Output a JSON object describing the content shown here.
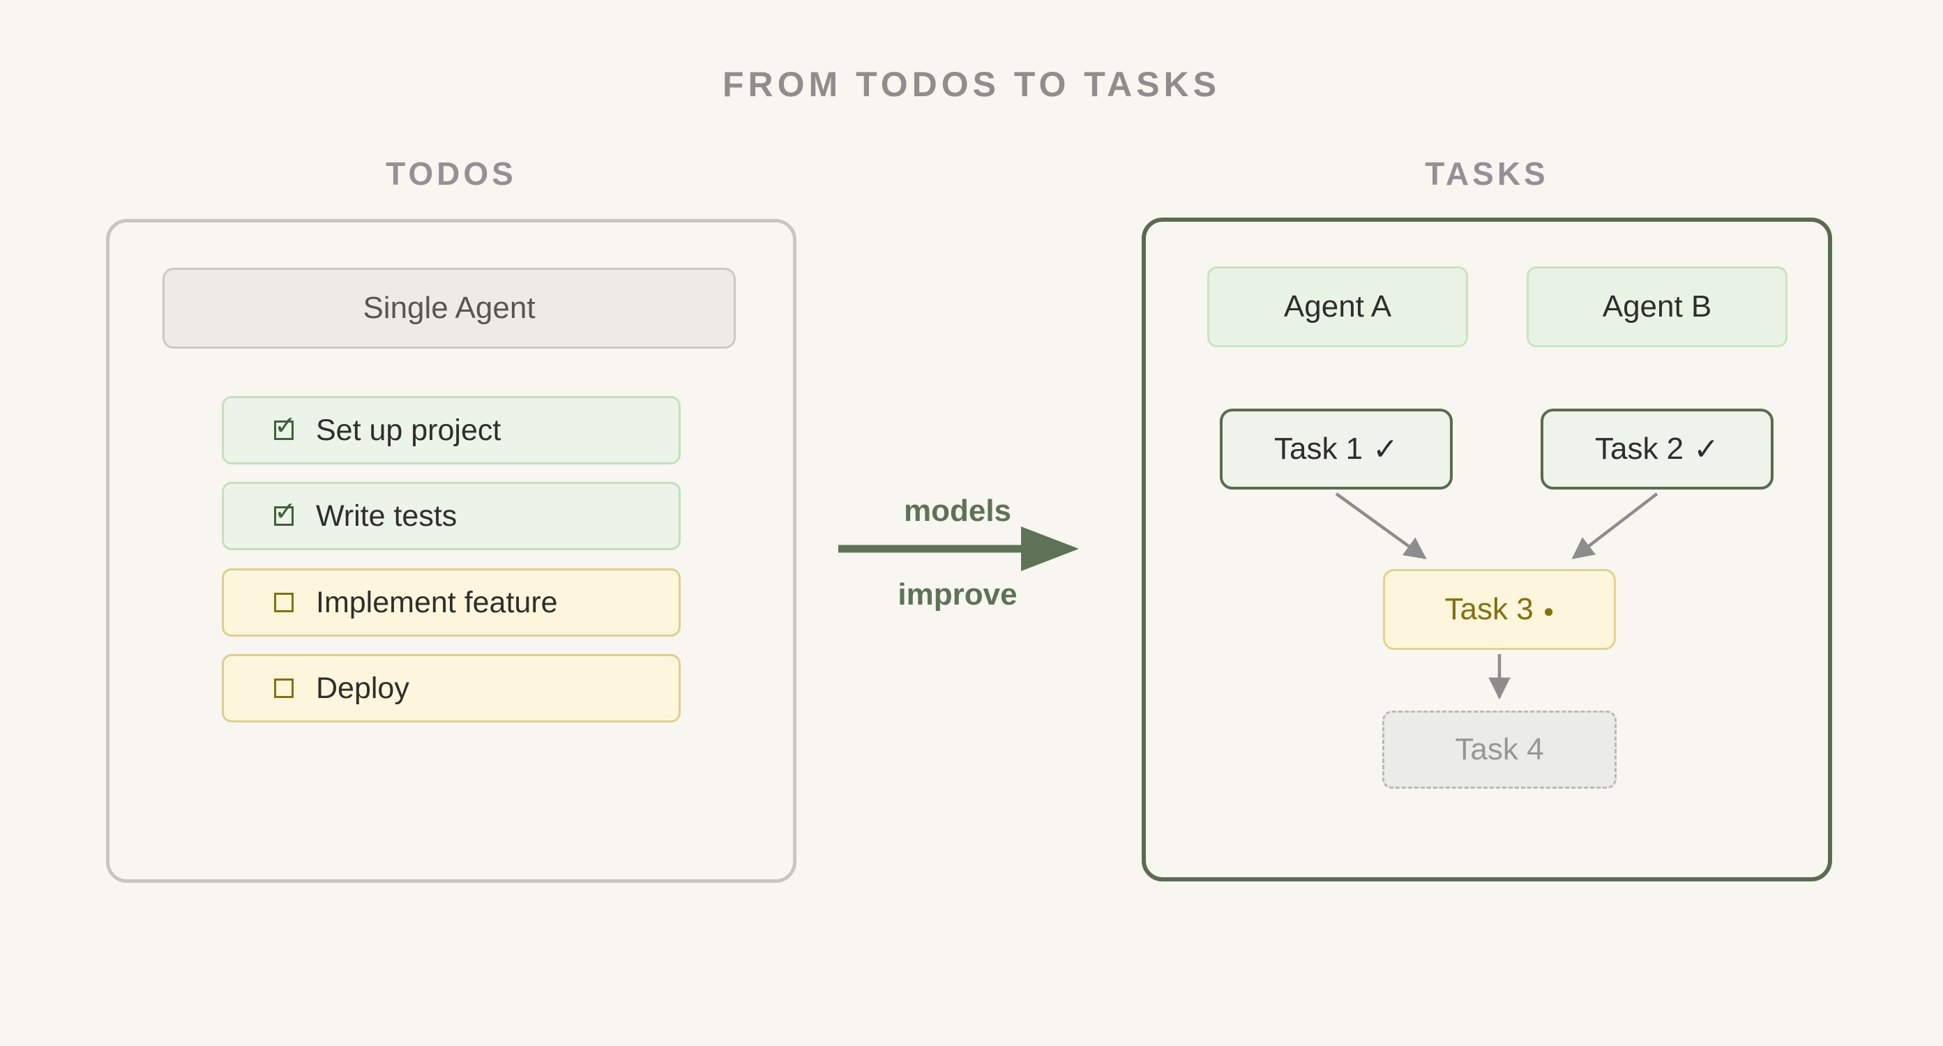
{
  "title": "FROM TODOS TO TASKS",
  "glyphs": {
    "check": "✓",
    "checkbox_checked": "checked-box-icon",
    "checkbox_empty": "empty-box-icon"
  },
  "colors": {
    "page_bg": "#f8f6f0",
    "title_gray": "#8f8e8c",
    "heading_gray": "#929196",
    "panel_gray_border": "#c7c6c1",
    "green_dark": "#5a6b51",
    "green_arrow": "#5e7257",
    "neutral_box_bg": "#edebe5",
    "neutral_box_border": "#cbc9c4",
    "neutral_text": "#57564f",
    "ink": "#2e2e2c",
    "green_item_bg": "#ecf3e8",
    "green_item_border": "#c5dfc0",
    "yellow_item_bg": "#fdf6dc",
    "yellow_item_border": "#ddcf90",
    "check_green": "#41603d",
    "check_olive": "#84700f",
    "green_agent_bg": "#e9f3e5",
    "green_agent_border": "#c8e3c2",
    "task_done_bg": "#eef3ec",
    "task_active_border": "#e3d28c",
    "future_bg": "#ebebe7",
    "future_border": "#b9b9b5",
    "future_text": "#979794",
    "connector_gray": "#8d8d8d"
  },
  "todos": {
    "heading": "TODOS",
    "agent_label": "Single Agent",
    "items": [
      {
        "label": "Set up project",
        "checked": true
      },
      {
        "label": "Write tests",
        "checked": true
      },
      {
        "label": "Implement feature",
        "checked": false
      },
      {
        "label": "Deploy",
        "checked": false
      }
    ]
  },
  "transition": {
    "top_label": "models",
    "bottom_label": "improve"
  },
  "tasks": {
    "heading": "TASKS",
    "agents": [
      {
        "label": "Agent A"
      },
      {
        "label": "Agent B"
      }
    ],
    "nodes": [
      {
        "label": "Task 1",
        "marker": "✓",
        "state": "done"
      },
      {
        "label": "Task 2",
        "marker": "✓",
        "state": "done"
      },
      {
        "label": "Task 3",
        "marker": "●",
        "state": "active"
      },
      {
        "label": "Task 4",
        "marker": "",
        "state": "future"
      }
    ]
  }
}
